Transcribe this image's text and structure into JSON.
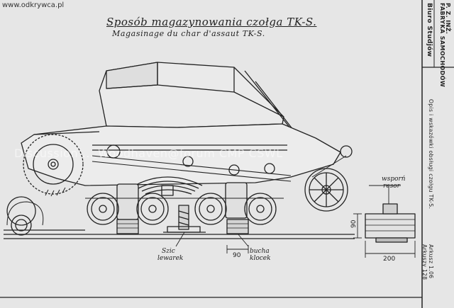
{
  "header": {
    "url": "www.odkrywca.pl",
    "title_pl": "Sposób magazynowania czołga TK-S.",
    "title_fr": "Magasinage du char d'assaut TK-S."
  },
  "title_block": {
    "line1": "P. Z. INŻ.",
    "line2": "FABRYKA SAMOCHODÓW",
    "line3": "Biuro Studjów",
    "description": "Opis i wskazówki obsługi czołgu TK-S.",
    "sheet_label": "Arkusz 1.06",
    "sheet_total": "Arkuszy 128"
  },
  "labels": {
    "resor_line1": "resor",
    "resor_prefix": "wsporń",
    "lewarek_line1": "Szic",
    "lewarek_line2": "lewarek",
    "klocek_line1": "bucha",
    "klocek_line2": "klocek"
  },
  "dimensions": {
    "dim_90_horizontal": "90",
    "dim_90_vertical": "90",
    "dim_200": "200"
  },
  "watermark": "Discussion ... Woodhaven@forum CMP CSWL"
}
